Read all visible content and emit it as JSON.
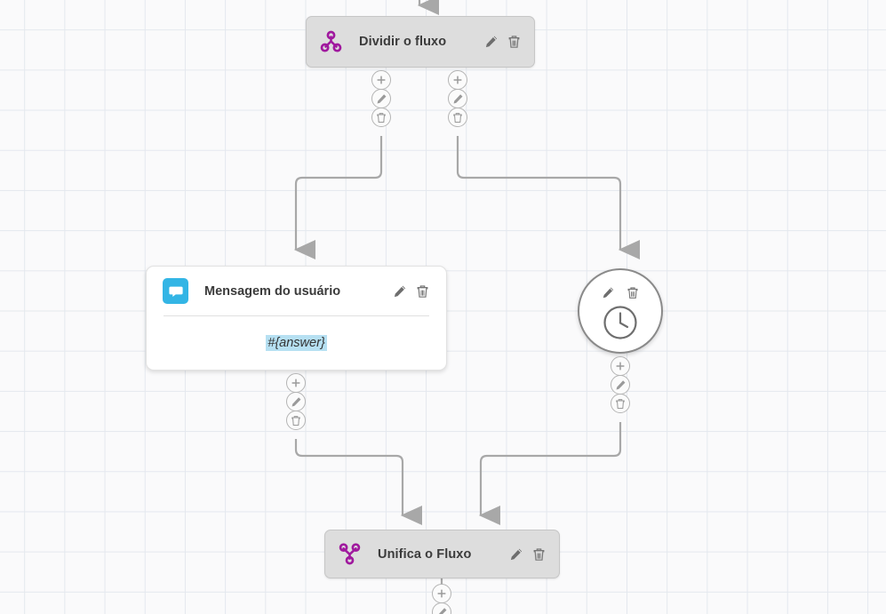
{
  "canvas": {
    "background_color": "#fafafb",
    "grid_color": "#e4e8ee",
    "grid_size": 45
  },
  "palette": {
    "flow_node_purple": "#a0199e",
    "message_icon_blue": "#33b5e5",
    "variable_highlight": "#b6e0f2",
    "node_gray_fill": "#dddddd",
    "edge_gray": "#a8a8a8",
    "title_text": "#3b3b3b"
  },
  "nodes": [
    {
      "id": "split",
      "type": "split-flow",
      "title": "Dividir o fluxo",
      "icon": "split-flow-icon",
      "edit_label": "Editar",
      "delete_label": "Excluir"
    },
    {
      "id": "user-message",
      "type": "user-message",
      "title": "Mensagem do usuário",
      "icon": "speech-bubble-icon",
      "body_variable": "#{answer}",
      "edit_label": "Editar",
      "delete_label": "Excluir"
    },
    {
      "id": "timer",
      "type": "timer",
      "title": "",
      "icon": "clock-icon",
      "edit_label": "Editar",
      "delete_label": "Excluir"
    },
    {
      "id": "merge",
      "type": "merge-flow",
      "title": "Unifica o Fluxo",
      "icon": "merge-flow-icon",
      "edit_label": "Editar",
      "delete_label": "Excluir"
    }
  ],
  "port_buttons": {
    "add_label": "Adicionar",
    "edit_label": "Editar",
    "delete_label": "Excluir"
  },
  "port_stacks": [
    {
      "id": "split-out-left",
      "owner": "split"
    },
    {
      "id": "split-out-right",
      "owner": "split"
    },
    {
      "id": "message-out",
      "owner": "user-message"
    },
    {
      "id": "timer-out",
      "owner": "timer"
    },
    {
      "id": "merge-out",
      "owner": "merge"
    }
  ],
  "edges": [
    {
      "from": "canvas-top",
      "to": "split"
    },
    {
      "from": "split-out-left",
      "to": "user-message"
    },
    {
      "from": "split-out-right",
      "to": "timer"
    },
    {
      "from": "message-out",
      "to": "merge"
    },
    {
      "from": "timer-out",
      "to": "merge"
    }
  ]
}
